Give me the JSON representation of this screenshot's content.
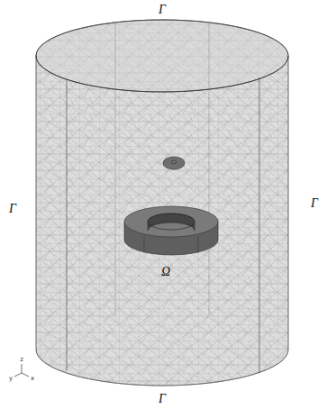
{
  "diagram": {
    "labels": [
      "Γ",
      "Γ",
      "Γ",
      "Ω",
      "Γ",
      "y",
      "z",
      "x"
    ]
  }
}
